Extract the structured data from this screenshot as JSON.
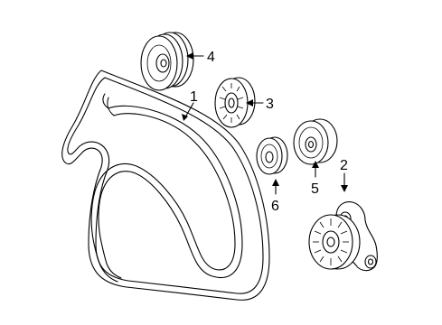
{
  "callouts": [
    {
      "number": "1",
      "part": "belt"
    },
    {
      "number": "2",
      "part": "tensioner"
    },
    {
      "number": "3",
      "part": "idler-pulley"
    },
    {
      "number": "4",
      "part": "grooved-pulley"
    },
    {
      "number": "5",
      "part": "idler-pulley"
    },
    {
      "number": "6",
      "part": "idler-pulley"
    }
  ]
}
